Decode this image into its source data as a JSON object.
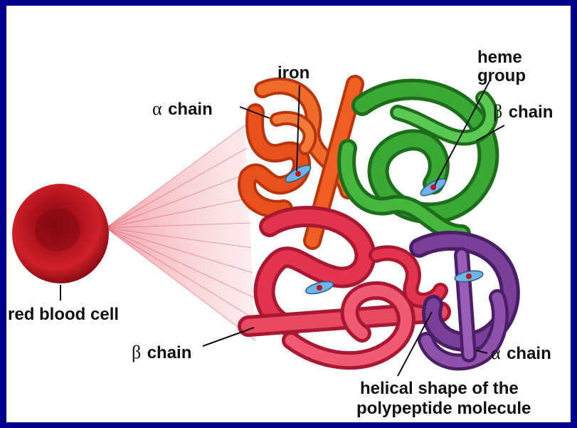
{
  "labels": {
    "iron": "iron",
    "heme_line1": "heme",
    "heme_line2": "group",
    "alpha_symbol": "α",
    "beta_symbol": "β",
    "chain_word": "chain",
    "red_blood_cell": "red blood cell",
    "helical_line1": "helical shape of the",
    "helical_line2": "polypeptide molecule"
  },
  "colors": {
    "frame": "#00008b",
    "background": "#ffffff",
    "alpha_chain_top": "#e8501c",
    "beta_chain_top": "#2e9a2a",
    "beta_chain_bottom": "#e2334f",
    "alpha_chain_bottom": "#7a3f98",
    "red_blood_cell": "#b0101c",
    "heme": "#6fb4e6"
  }
}
